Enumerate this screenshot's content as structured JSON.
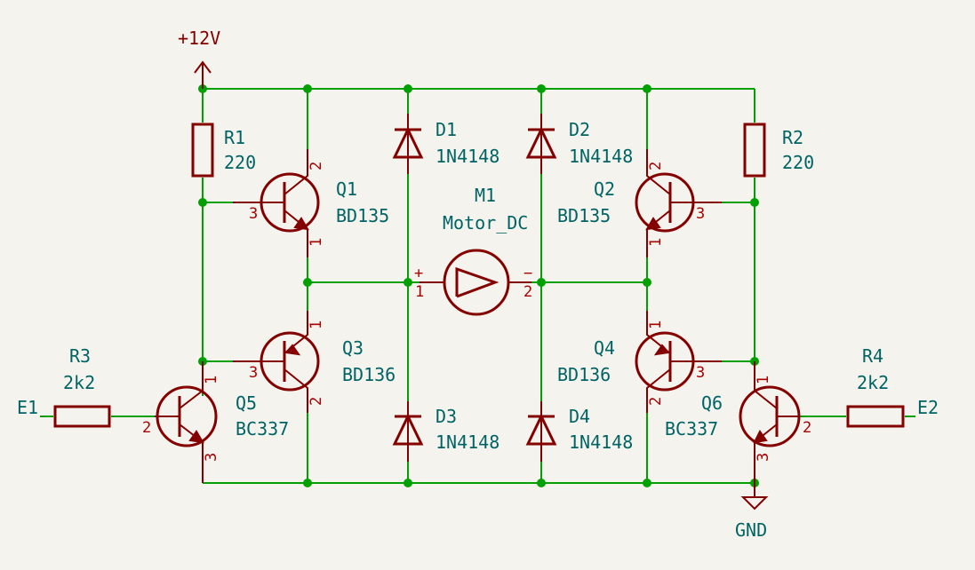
{
  "power": {
    "vcc": "+12V",
    "gnd": "GND"
  },
  "nets": {
    "e1": "E1",
    "e2": "E2"
  },
  "components": {
    "r1": {
      "ref": "R1",
      "value": "220"
    },
    "r2": {
      "ref": "R2",
      "value": "220"
    },
    "r3": {
      "ref": "R3",
      "value": "2k2"
    },
    "r4": {
      "ref": "R4",
      "value": "2k2"
    },
    "d1": {
      "ref": "D1",
      "value": "1N4148"
    },
    "d2": {
      "ref": "D2",
      "value": "1N4148"
    },
    "d3": {
      "ref": "D3",
      "value": "1N4148"
    },
    "d4": {
      "ref": "D4",
      "value": "1N4148"
    },
    "q1": {
      "ref": "Q1",
      "value": "BD135"
    },
    "q2": {
      "ref": "Q2",
      "value": "BD135"
    },
    "q3": {
      "ref": "Q3",
      "value": "BD136"
    },
    "q4": {
      "ref": "Q4",
      "value": "BD136"
    },
    "q5": {
      "ref": "Q5",
      "value": "BC337"
    },
    "q6": {
      "ref": "Q6",
      "value": "BC337"
    },
    "m1": {
      "ref": "M1",
      "value": "Motor_DC"
    }
  },
  "pins": {
    "p1": "1",
    "p2": "2",
    "p3": "3",
    "plus": "+",
    "minus": "−"
  },
  "colors": {
    "wire": "#00a000",
    "symbol": "#840000",
    "label": "#006464",
    "pin": "#a90000",
    "background": "#f5f3ee"
  }
}
